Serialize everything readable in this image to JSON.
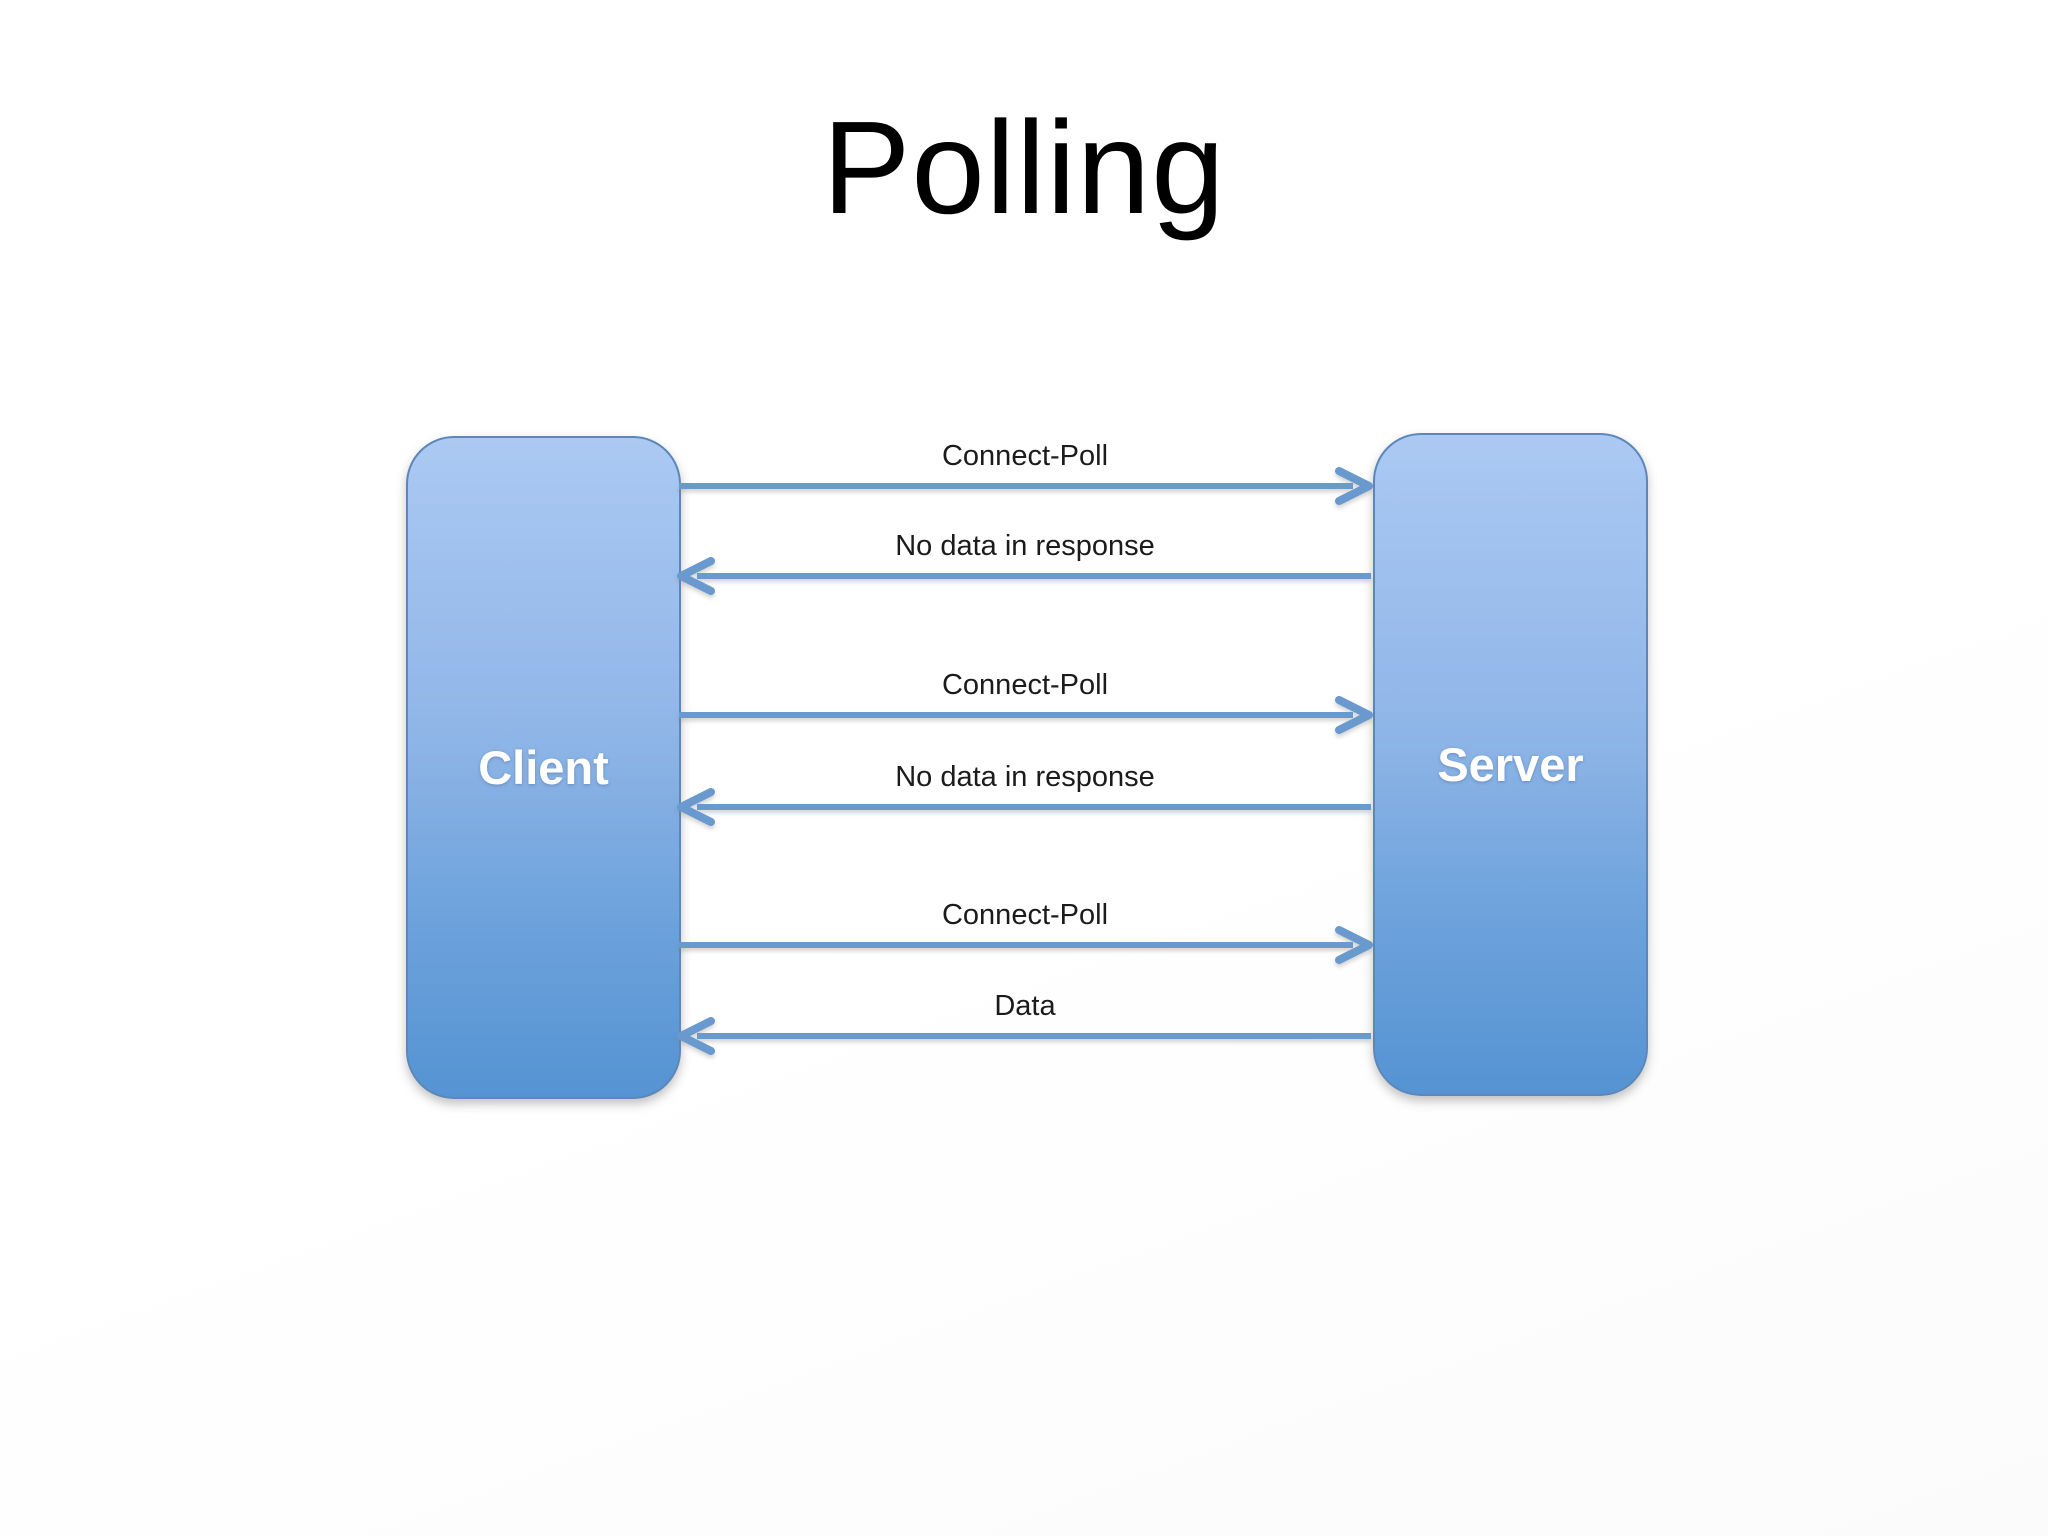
{
  "title": "Polling",
  "diagram": {
    "actors": [
      {
        "id": "client",
        "label": "Client"
      },
      {
        "id": "server",
        "label": "Server"
      }
    ],
    "messages": [
      {
        "label": "Connect-Poll",
        "from": "client",
        "to": "server",
        "direction": "right"
      },
      {
        "label": "No data in response",
        "from": "server",
        "to": "client",
        "direction": "left"
      },
      {
        "label": "Connect-Poll",
        "from": "client",
        "to": "server",
        "direction": "right"
      },
      {
        "label": "No data in response",
        "from": "server",
        "to": "client",
        "direction": "left"
      },
      {
        "label": "Connect-Poll",
        "from": "client",
        "to": "server",
        "direction": "right"
      },
      {
        "label": "Data",
        "from": "server",
        "to": "client",
        "direction": "left"
      }
    ],
    "colors": {
      "box_gradient_top": "#abc9f3",
      "box_gradient_bottom": "#5593d3",
      "box_border": "#5d87b8",
      "arrow": "#6a99ce",
      "label_text": "#1b1b1b",
      "actor_text": "#ffffff",
      "title_text": "#000000"
    }
  }
}
